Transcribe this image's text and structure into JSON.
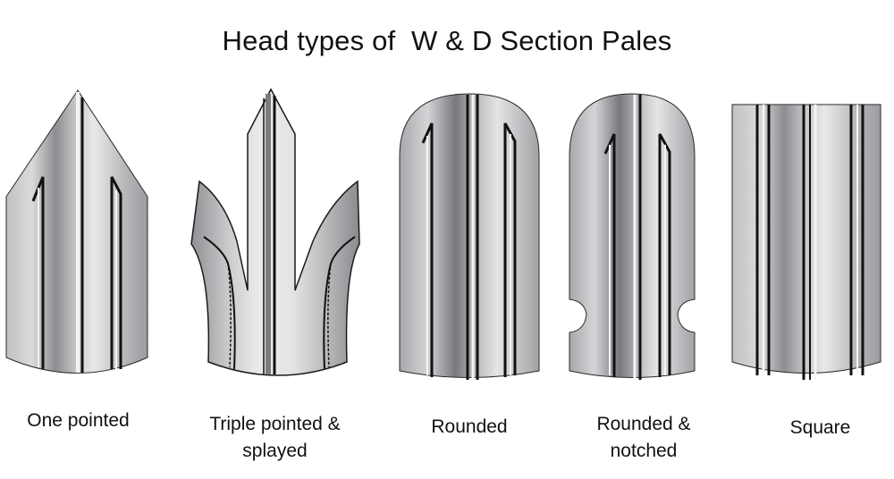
{
  "title": "Head types of  W & D Section Pales",
  "pales": [
    {
      "id": "one-pointed",
      "label_line1": "One pointed",
      "label_line2": ""
    },
    {
      "id": "triple-pointed-splayed",
      "label_line1": "Triple pointed &",
      "label_line2": "splayed"
    },
    {
      "id": "rounded",
      "label_line1": "Rounded",
      "label_line2": ""
    },
    {
      "id": "rounded-notched",
      "label_line1": "Rounded &",
      "label_line2": "notched"
    },
    {
      "id": "square",
      "label_line1": "Square",
      "label_line2": ""
    }
  ],
  "colors": {
    "metal_dark": "#6e7074",
    "metal_mid": "#a9abae",
    "metal_light": "#e6e7e8",
    "groove": "#111111",
    "background": "#ffffff"
  }
}
